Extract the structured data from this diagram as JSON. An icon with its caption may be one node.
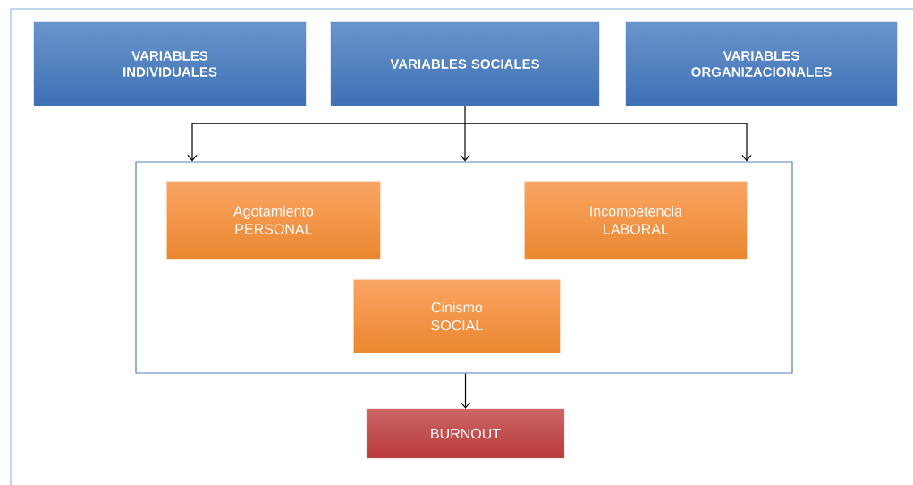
{
  "diagram": {
    "nodes": [
      {
        "text": [
          "VARIABLES INDIVIDUALES"
        ]
      },
      {
        "text": [
          "VARIABLES SOCIALES"
        ]
      },
      {
        "text": [
          "VARIABLES ORGANIZACIONALES"
        ]
      },
      {
        "text": [],
        "shape": "box"
      },
      {
        "text": [
          "Agotamiento PERSONAL"
        ],
        "in": 3
      },
      {
        "text": [
          "Incompetencia LABORAL"
        ],
        "in": 3
      },
      {
        "text": [
          "Cinismo SOCIAL"
        ],
        "in": 3
      },
      {
        "text": [
          "BURNOUT"
        ]
      }
    ],
    "edges": [
      {
        "from": 1,
        "to": 3,
        "arrow": "to"
      },
      {
        "from": 3,
        "to": 7,
        "arrow": "to"
      }
    ]
  }
}
